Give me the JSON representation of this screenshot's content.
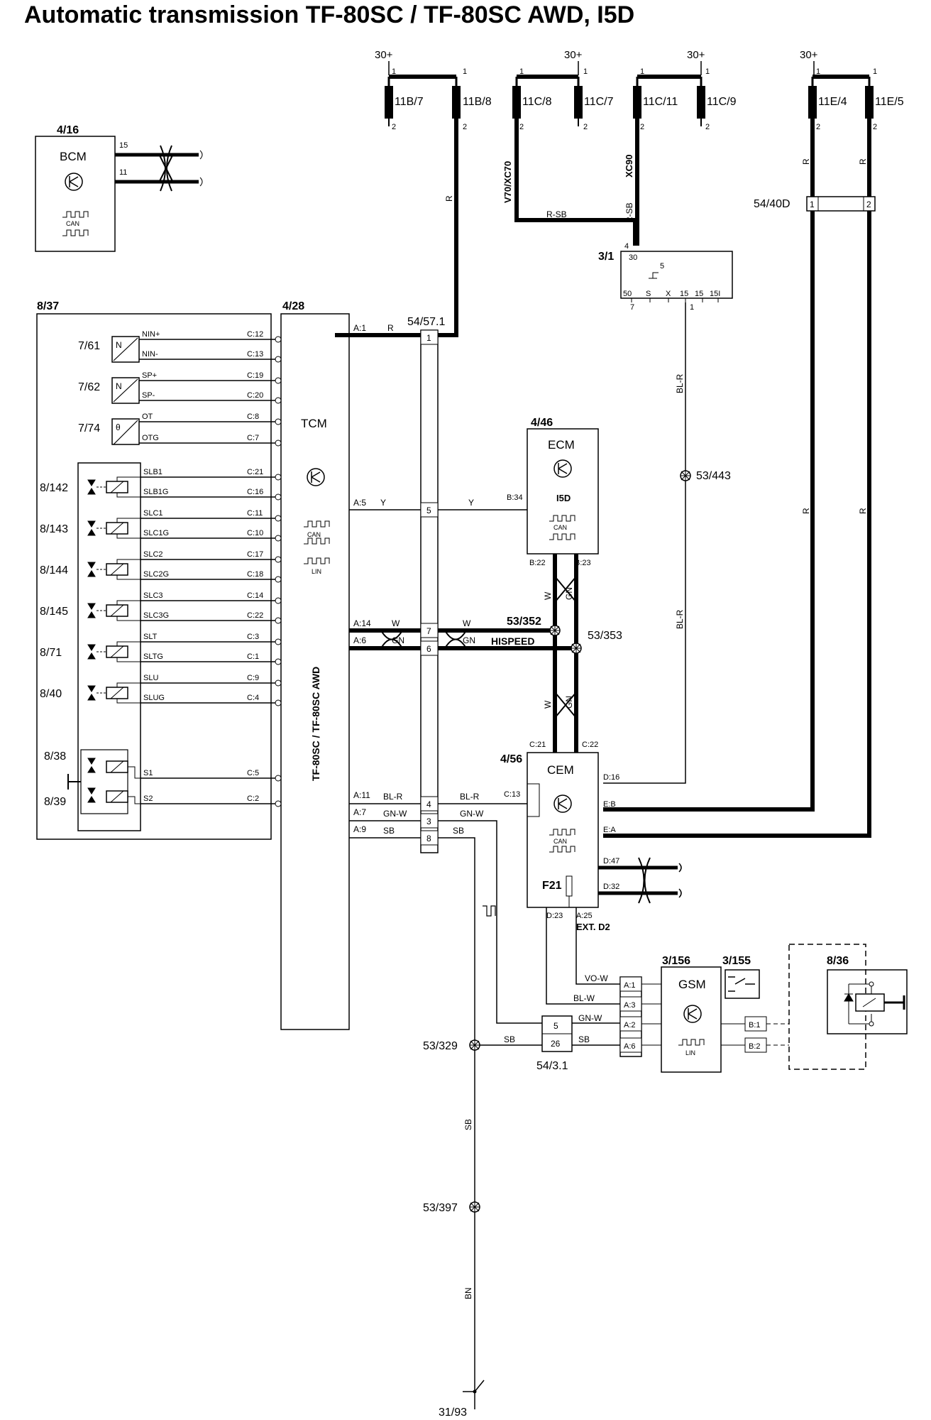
{
  "title": "Automatic transmission TF-80SC / TF-80SC AWD, I5D",
  "bcm": {
    "ref": "4/16",
    "name": "BCM",
    "pins": [
      "15",
      "11"
    ],
    "can": "CAN"
  },
  "supplies": [
    "30+",
    "30+",
    "30+",
    "30+"
  ],
  "fuses": [
    {
      "name": "11B/7"
    },
    {
      "name": "11B/8"
    },
    {
      "name": "11C/8"
    },
    {
      "name": "11C/7"
    },
    {
      "name": "11C/11"
    },
    {
      "name": "11C/9"
    },
    {
      "name": "11E/4"
    },
    {
      "name": "11E/5"
    }
  ],
  "fuse_pins": [
    "1",
    "2"
  ],
  "variants": [
    "V70/XC70",
    "XC90"
  ],
  "wire_colors": {
    "r": "R",
    "rsb": "R-SB",
    "blr": "BL-R",
    "y": "Y",
    "w": "W",
    "gn": "GN",
    "gnw": "GN-W",
    "sb": "SB",
    "vow": "VO-W",
    "blw": "BL-W",
    "bn": "BN"
  },
  "connector_54_40d": {
    "ref": "54/40D",
    "pins": [
      "1",
      "2"
    ]
  },
  "ignition": {
    "ref": "3/1",
    "pin30": "30",
    "pin4": "4",
    "pin5": "5",
    "pins": [
      "50",
      "S",
      "X",
      "15",
      "15",
      "15I"
    ],
    "out": [
      "7",
      "1"
    ]
  },
  "sensor_box": {
    "ref": "8/37"
  },
  "tcm": {
    "ref": "4/28",
    "name": "TCM",
    "model": "TF-80SC / TF-80SC AWD",
    "can": "CAN",
    "lin": "LIN",
    "pins": [
      "A:1",
      "A:5",
      "A:14",
      "A:6",
      "A:11",
      "A:7",
      "A:9"
    ]
  },
  "sensors": [
    {
      "ref": "7/61",
      "sym": "N",
      "sig": [
        "NIN+",
        "NIN-"
      ],
      "pins": [
        "C:12",
        "C:13"
      ]
    },
    {
      "ref": "7/62",
      "sym": "N",
      "sig": [
        "SP+",
        "SP-"
      ],
      "pins": [
        "C:19",
        "C:20"
      ]
    },
    {
      "ref": "7/74",
      "sym": "θ",
      "sig": [
        "OT",
        "OTG"
      ],
      "pins": [
        "C:8",
        "C:7"
      ]
    }
  ],
  "solenoids": [
    {
      "ref": "8/142",
      "sig": [
        "SLB1",
        "SLB1G"
      ],
      "pins": [
        "C:21",
        "C:16"
      ]
    },
    {
      "ref": "8/143",
      "sig": [
        "SLC1",
        "SLC1G"
      ],
      "pins": [
        "C:11",
        "C:10"
      ]
    },
    {
      "ref": "8/144",
      "sig": [
        "SLC2",
        "SLC2G"
      ],
      "pins": [
        "C:17",
        "C:18"
      ]
    },
    {
      "ref": "8/145",
      "sig": [
        "SLC3",
        "SLC3G"
      ],
      "pins": [
        "C:14",
        "C:22"
      ]
    },
    {
      "ref": "8/71",
      "sig": [
        "SLT",
        "SLTG"
      ],
      "pins": [
        "C:3",
        "C:1"
      ]
    },
    {
      "ref": "8/40",
      "sig": [
        "SLU",
        "SLUG"
      ],
      "pins": [
        "C:9",
        "C:4"
      ]
    }
  ],
  "shift_solenoids": [
    {
      "ref": "8/38",
      "sig": "S1",
      "pin": "C:5"
    },
    {
      "ref": "8/39",
      "sig": "S2",
      "pin": "C:2"
    }
  ],
  "connector_54_57_1": {
    "ref": "54/57.1",
    "pins": [
      "1",
      "5",
      "7",
      "6",
      "4",
      "3",
      "8"
    ]
  },
  "ecm": {
    "ref": "4/46",
    "name": "ECM",
    "variant": "I5D",
    "can": "CAN",
    "pins": [
      "B:34",
      "B:22",
      "B:23"
    ]
  },
  "splices": {
    "s352": "53/352",
    "s353": "53/353",
    "s443": "53/443",
    "s329": "53/329",
    "s397": "53/397"
  },
  "hispeed": "HISPEED",
  "cem": {
    "ref": "4/56",
    "name": "CEM",
    "can": "CAN",
    "fuse": "F21",
    "ext": "EXT. D2",
    "pins": [
      "C:21",
      "C:22",
      "D:16",
      "E:B",
      "E:A",
      "C:13",
      "D:47",
      "D:32",
      "D:23",
      "A:25"
    ]
  },
  "gsm": {
    "ref": "3/156",
    "name": "GSM",
    "lin": "LIN",
    "pins": [
      "A:1",
      "A:3",
      "A:2",
      "A:6",
      "B:1",
      "B:2"
    ]
  },
  "relay_3_155": {
    "ref": "3/155"
  },
  "relay_8_36": {
    "ref": "8/36"
  },
  "connector_54_3_1": {
    "ref": "54/3.1",
    "pins": [
      "5",
      "26"
    ]
  },
  "ground": {
    "ref": "31/93"
  }
}
